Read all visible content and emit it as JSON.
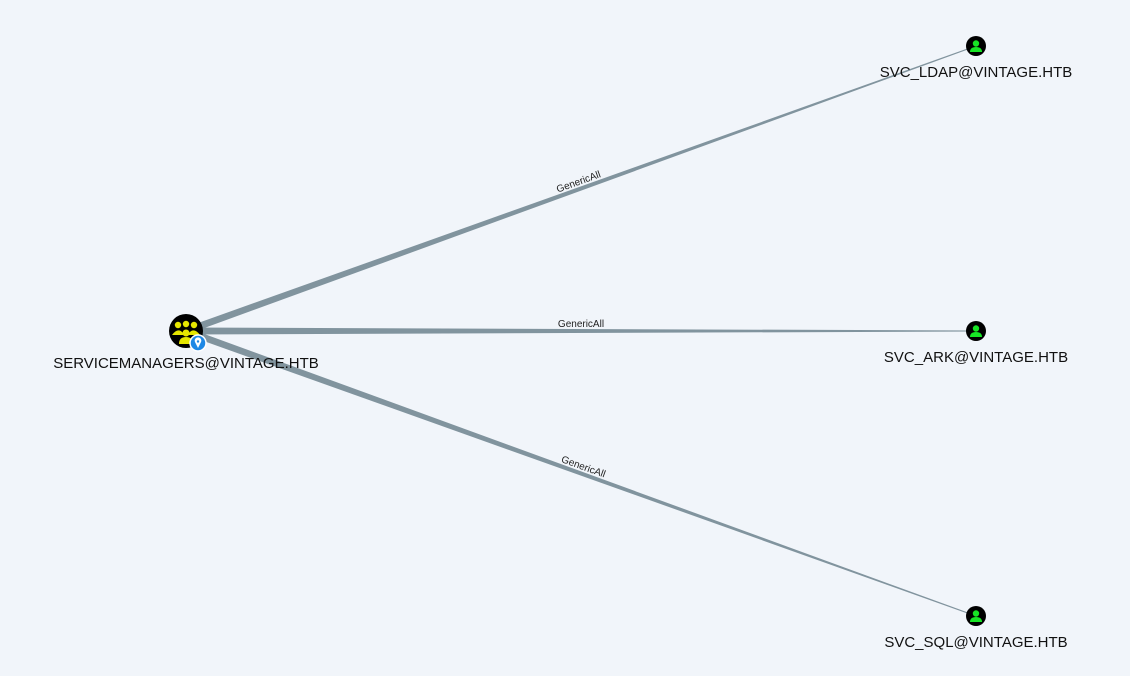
{
  "source": {
    "label": "SERVICEMANAGERS@VINTAGE.HTB",
    "icon": "group-icon",
    "badge": "owned-marker-icon",
    "color": "#e6e600"
  },
  "targets": [
    {
      "label": "SVC_LDAP@VINTAGE.HTB",
      "icon": "user-icon",
      "color": "#17e625"
    },
    {
      "label": "SVC_ARK@VINTAGE.HTB",
      "icon": "user-icon",
      "color": "#17e625"
    },
    {
      "label": "SVC_SQL@VINTAGE.HTB",
      "icon": "user-icon",
      "color": "#17e625"
    }
  ],
  "edges": [
    {
      "label": "GenericAll",
      "from": "SERVICEMANAGERS@VINTAGE.HTB",
      "to": "SVC_LDAP@VINTAGE.HTB"
    },
    {
      "label": "GenericAll",
      "from": "SERVICEMANAGERS@VINTAGE.HTB",
      "to": "SVC_ARK@VINTAGE.HTB"
    },
    {
      "label": "GenericAll",
      "from": "SERVICEMANAGERS@VINTAGE.HTB",
      "to": "SVC_SQL@VINTAGE.HTB"
    }
  ],
  "edge_color": "#7a8e99"
}
